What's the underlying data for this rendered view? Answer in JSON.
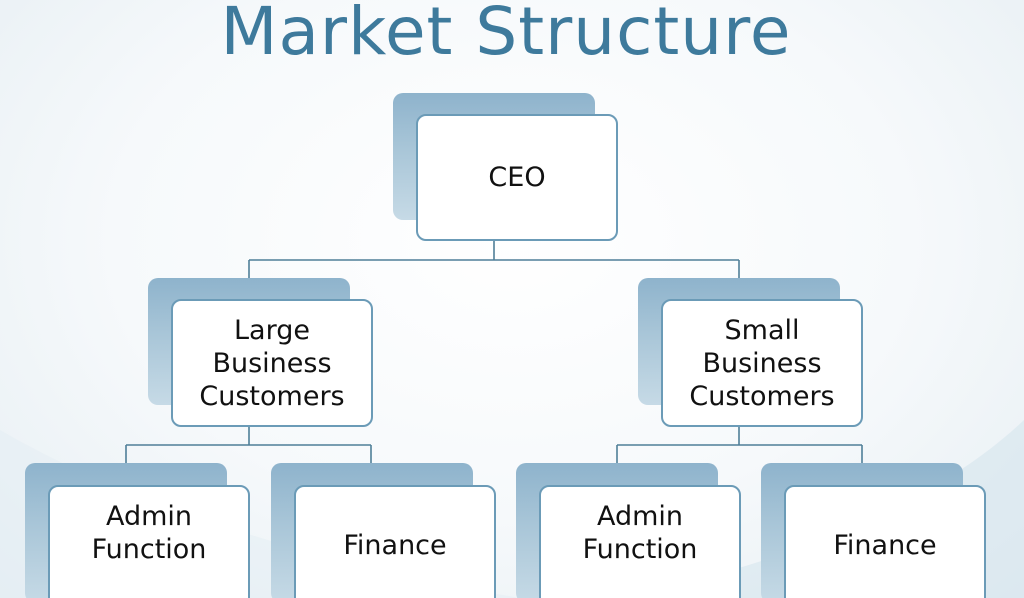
{
  "slide": {
    "title": "Market Structure"
  },
  "org_chart": {
    "root": {
      "label": "CEO"
    },
    "level2": [
      {
        "label": "Large\nBusiness\nCustomers"
      },
      {
        "label": "Small\nBusiness\nCustomers"
      }
    ],
    "level3": [
      {
        "label": "Admin\nFunction"
      },
      {
        "label": "Finance"
      },
      {
        "label": "Admin\nFunction"
      },
      {
        "label": "Finance"
      }
    ]
  },
  "colors": {
    "title": "#3e7a9c",
    "box_border": "#6b9bb7",
    "shadow_box": "#a9c6d8",
    "connector": "#4f7f98"
  }
}
